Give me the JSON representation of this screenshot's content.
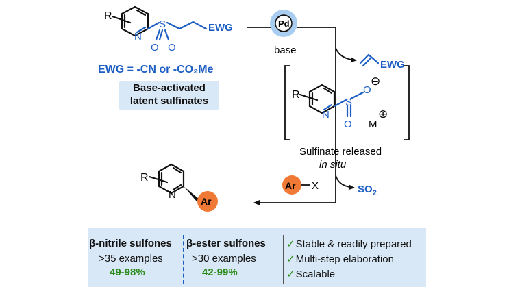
{
  "colors": {
    "blue": "#1c5ec4",
    "green": "#2a8a17",
    "orange": "#f07a35",
    "panel": "#d9e8f6",
    "catalyst": "#a9cdf0"
  },
  "top_reagent": {
    "r_label": "R",
    "n_label": "N",
    "s_label": "S",
    "o1_label": "O",
    "o2_label": "O",
    "ewg_label": "EWG",
    "ewg_definition": "EWG = -CN or -CO₂Me",
    "box_line1": "Base-activated",
    "box_line2": "latent sulfinates"
  },
  "catalyst": {
    "label": "Pd",
    "base_label": "base"
  },
  "byproduct_alkene": {
    "label": "EWG"
  },
  "intermediate": {
    "r_label": "R",
    "n_label": "N",
    "s_label": "S",
    "o_top": "O",
    "o_bottom": "O",
    "minus": "⊖",
    "metal": "M",
    "plus": "⊕",
    "caption_line1": "Sulfinate released",
    "caption_line2": "in situ"
  },
  "coupling": {
    "ar_label": "Ar",
    "x_label": "X",
    "so2_label": "SO",
    "so2_sub": "2"
  },
  "product": {
    "r_label": "R",
    "n_label": "N",
    "ar_label": "Ar"
  },
  "summary": {
    "nitrile": {
      "title": "β-nitrile sulfones",
      "examples": ">35 examples",
      "yield": "49-98%"
    },
    "ester": {
      "title": "β-ester sulfones",
      "examples": ">30 examples",
      "yield": "42-99%"
    },
    "features": [
      "Stable & readily prepared",
      "Multi-step elaboration",
      "Scalable"
    ],
    "check": "✓"
  }
}
